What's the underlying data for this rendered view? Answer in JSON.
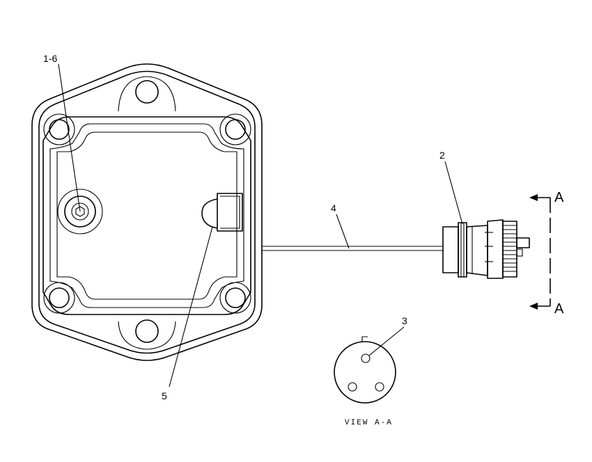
{
  "callouts": {
    "c1": "1-6",
    "c2": "2",
    "c3": "3",
    "c4": "4",
    "c5": "5"
  },
  "section": {
    "top": "A",
    "bottom": "A"
  },
  "view_caption": "VIEW A-A"
}
